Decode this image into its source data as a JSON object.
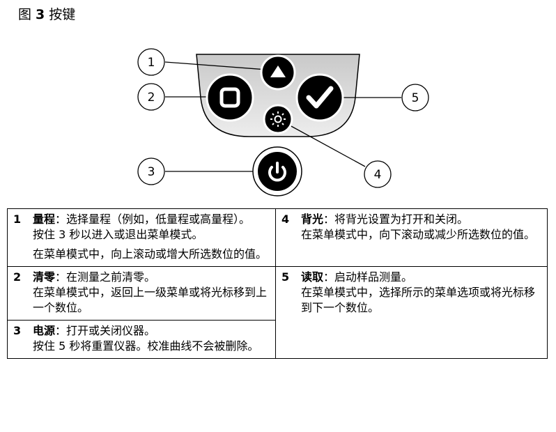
{
  "figure": {
    "prefix": "图",
    "number": "3",
    "title": "按键"
  },
  "callouts": [
    "1",
    "2",
    "3",
    "4",
    "5"
  ],
  "icons": {
    "button_1": "up-arrow-icon",
    "button_2": "stop-square-icon",
    "button_3": "power-icon",
    "button_4": "backlight-sun-icon",
    "button_5": "checkmark-icon"
  },
  "legend": {
    "item1": {
      "num": "1",
      "term": "量程",
      "desc": "：选择量程（例如，低量程或高量程）。",
      "p2": "按住 3 秒以进入或退出菜单模式。",
      "p3": "在菜单模式中，向上滚动或增大所选数位的值。"
    },
    "item4": {
      "num": "4",
      "term": "背光",
      "desc": "：将背光设置为打开和关闭。",
      "p2": "在菜单模式中，向下滚动或减少所选数位的值。"
    },
    "item2": {
      "num": "2",
      "term": "清零",
      "desc": "：在测量之前清零。",
      "p2": "在菜单模式中，返回上一级菜单或将光标移到上一个数位。"
    },
    "item5": {
      "num": "5",
      "term": "读取",
      "desc": "：启动样品测量。",
      "p2": "在菜单模式中，选择所示的菜单选项或将光标移到下一个数位。"
    },
    "item3": {
      "num": "3",
      "term": "电源",
      "desc": "：打开或关闭仪器。",
      "p2": "按住 5 秒将重置仪器。校准曲线不会被删除。"
    }
  }
}
